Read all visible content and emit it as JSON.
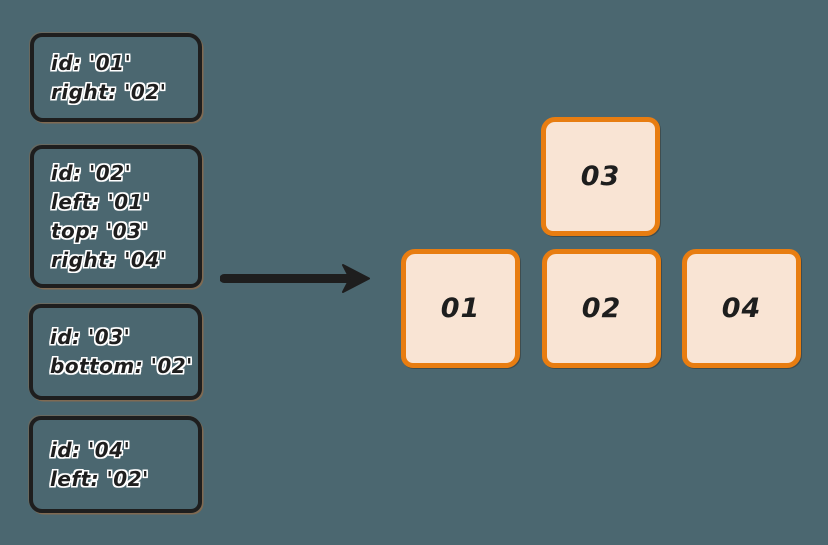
{
  "canvas": {
    "background": "#4b6770",
    "stroke_dark": "#1e1e1e",
    "stroke_orange": "#e87d11",
    "node_fill": "#f9e4d4",
    "text_halo": "#ffffff"
  },
  "definition_cards": [
    {
      "name": "card-01",
      "lines": [
        "id: '01'",
        "right: '02'"
      ]
    },
    {
      "name": "card-02",
      "lines": [
        "id: '02'",
        "left: '01'",
        "top: '03'",
        "right: '04'"
      ]
    },
    {
      "name": "card-03",
      "lines": [
        "id: '03'",
        "bottom: '02'"
      ]
    },
    {
      "name": "card-04",
      "lines": [
        "id: '04'",
        "left: '02'"
      ]
    }
  ],
  "arrow": {
    "direction": "right"
  },
  "grid_nodes": [
    {
      "label": "03",
      "position": "top-center"
    },
    {
      "label": "01",
      "position": "bottom-left"
    },
    {
      "label": "02",
      "position": "bottom-center"
    },
    {
      "label": "04",
      "position": "bottom-right"
    }
  ]
}
